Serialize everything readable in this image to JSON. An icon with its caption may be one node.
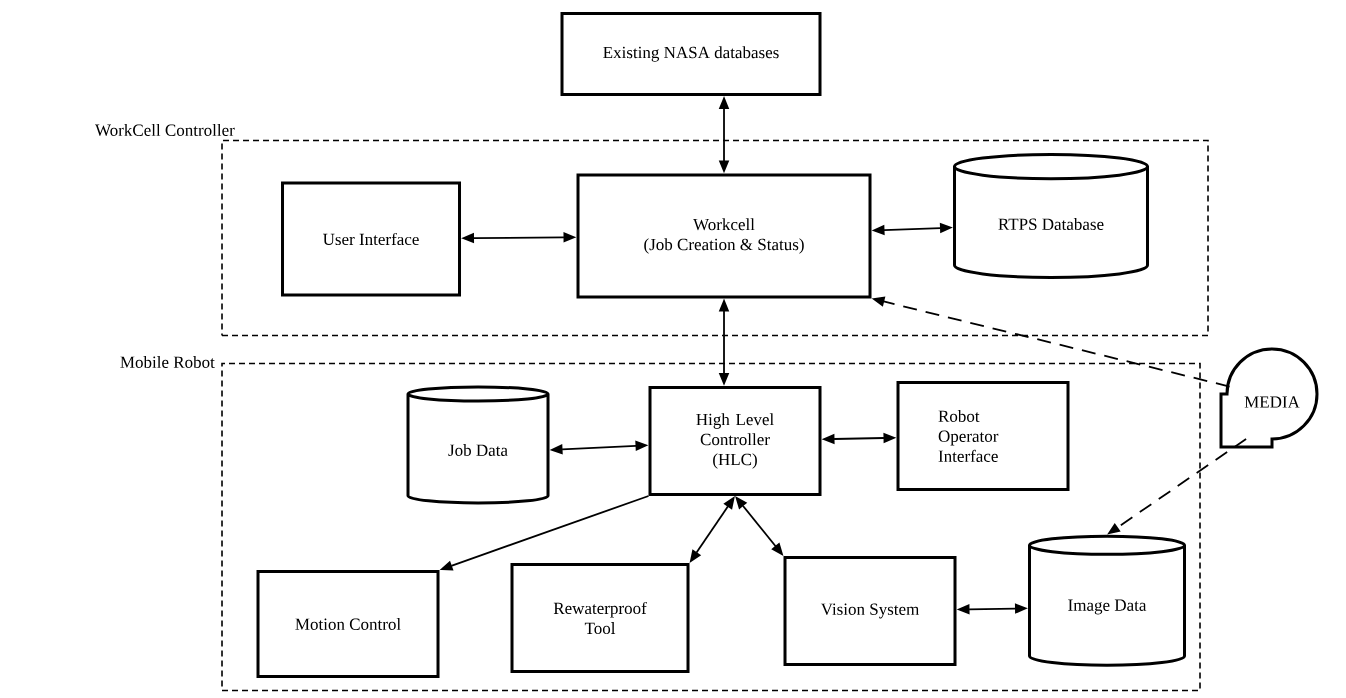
{
  "diagram": {
    "nodes": [
      {
        "text": [
          "Existing NASA databases"
        ]
      },
      {
        "text": [
          "WorkCell Controller"
        ]
      },
      {
        "text": [
          "User Interface"
        ],
        "in": 1
      },
      {
        "text": [
          "Workcell",
          "(Job Creation & Status)"
        ],
        "in": 1
      },
      {
        "text": [
          "RTPS  Database"
        ],
        "in": 1
      },
      {
        "text": [
          "Mobile Robot"
        ]
      },
      {
        "text": [
          "Job Data"
        ],
        "in": 5
      },
      {
        "text": [
          "High Level Controller (HLC)"
        ],
        "in": 5
      },
      {
        "text": [
          "Robot Operator Interface"
        ],
        "in": 5
      },
      {
        "text": [
          "Motion Control"
        ],
        "in": 5
      },
      {
        "text": [
          "Rewaterproof Tool"
        ],
        "in": 5
      },
      {
        "text": [
          "Vision System"
        ],
        "in": 5
      },
      {
        "text": [
          "Image Data"
        ],
        "in": 5
      },
      {
        "text": [
          "MEDIA"
        ]
      }
    ],
    "edges": [
      {
        "from": 0,
        "to": 3,
        "arrow": "both"
      },
      {
        "from": 2,
        "to": 3,
        "arrow": "both"
      },
      {
        "from": 3,
        "to": 4,
        "arrow": "both"
      },
      {
        "from": 3,
        "to": 7,
        "arrow": "both"
      },
      {
        "from": 6,
        "to": 7,
        "arrow": "both"
      },
      {
        "from": 7,
        "to": 8,
        "arrow": "both"
      },
      {
        "from": 7,
        "to": 9,
        "arrow": "to"
      },
      {
        "from": 7,
        "to": 10,
        "arrow": "both"
      },
      {
        "from": 7,
        "to": 11,
        "arrow": "both"
      },
      {
        "from": 11,
        "to": 12,
        "arrow": "both"
      },
      {
        "from": 13,
        "to": 3,
        "arrow": "to",
        "style": "dashed"
      },
      {
        "from": 13,
        "to": 12,
        "arrow": "to",
        "style": "dashed"
      }
    ]
  }
}
